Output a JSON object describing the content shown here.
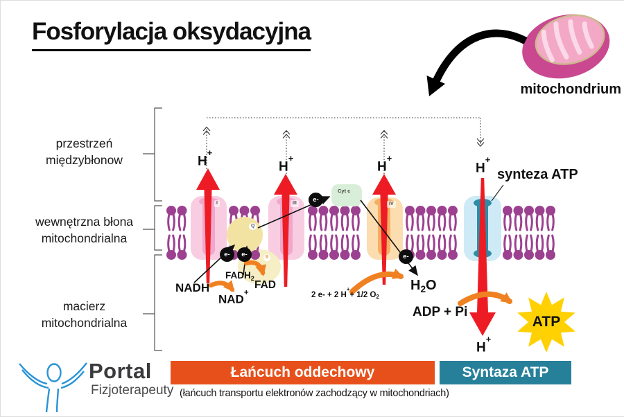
{
  "title": "Fosforylacja oksydacyjna",
  "mitochondrium": {
    "label": "mitochondrium"
  },
  "regions": {
    "intermembrane": {
      "line1": "przestrzeń",
      "line2": "międzybłonow"
    },
    "membrane": {
      "line1": "wewnętrzna błona",
      "line2": "mitochondrialna"
    },
    "matrix": {
      "line1": "macierz",
      "line2": "mitochondrialna"
    }
  },
  "complexes": {
    "i": "I",
    "ii": "II",
    "iii": "III",
    "iv": "IV",
    "q": "Q",
    "cyt_c": "Cyt c",
    "atp_synthase_label": "synteza ATP"
  },
  "molecules": {
    "h_plus": {
      "base": "H",
      "sup": "+"
    },
    "electron": "e-",
    "nadh": "NADH",
    "nad": {
      "base": "NAD",
      "sup": "+"
    },
    "fadh2": {
      "base": "FADH",
      "sub": "2"
    },
    "fad": "FAD",
    "oxygen_reaction": {
      "p1": "2 e- + 2 H",
      "sup": "+",
      "p2": "+ 1/2 O",
      "sub": "2"
    },
    "h2o": {
      "p1": "H",
      "sub": "2",
      "p2": "O"
    },
    "adp": "ADP + Pi",
    "atp": "ATP"
  },
  "legend": {
    "respiratory_chain": "Łańcuch oddechowy",
    "atp_synthase": "Syntaza ATP",
    "caption": "(łańcuch transportu elektronów zachodzący w mitochondriach)"
  },
  "logo": {
    "name": "Portal",
    "subtitle": "Fizjoterapeuty"
  },
  "colors": {
    "membrane_purple": "#9c4190",
    "complex_pink": "#f8cde1",
    "complex_orange": "#fbddb0",
    "synthase_blue": "#cdeaf6",
    "arrow_red": "#ed1c24",
    "arrow_orange": "#f08122",
    "bar_orange": "#e8501b",
    "bar_teal": "#27809a",
    "atp_star_yellow": "#ffd103",
    "logo_blue": "#2a93d6"
  }
}
